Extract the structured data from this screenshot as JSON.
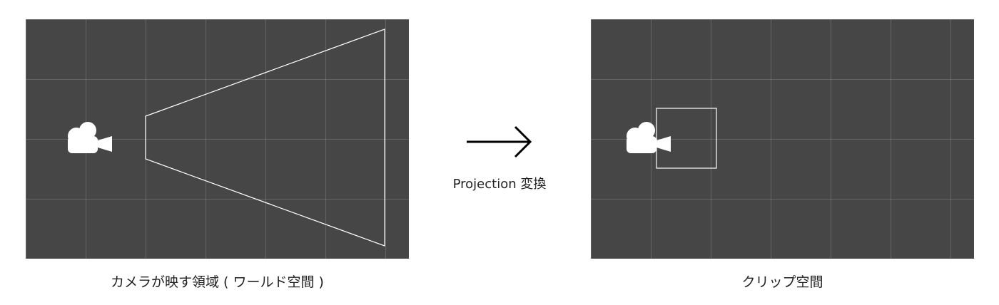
{
  "left_panel": {
    "caption": "カメラが映す領域 ( ワールド空間 )",
    "icon": "video-camera-icon"
  },
  "right_panel": {
    "caption": "クリップ空間",
    "icon": "video-camera-icon"
  },
  "transform": {
    "label": "Projection 変換",
    "icon": "right-arrow-icon"
  },
  "colors": {
    "panel_background": "#464646",
    "outline": "#ffffff",
    "text": "#222222"
  }
}
